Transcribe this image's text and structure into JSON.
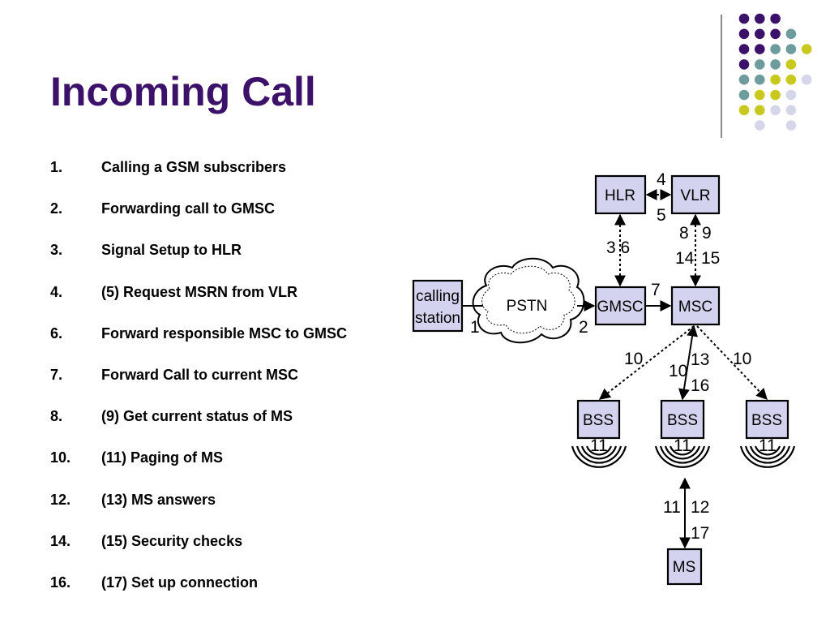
{
  "slide": {
    "title": "Incoming Call",
    "colors": {
      "title": "#3b1169",
      "dot_purple": "#3b1169",
      "dot_teal": "#6e9c9c",
      "dot_yellow": "#c8c81e",
      "dot_lavender": "#d6d6ea",
      "box_fill": "#d3d3ef"
    }
  },
  "steps": [
    {
      "num": "1.",
      "text": "Calling a GSM subscribers"
    },
    {
      "num": "2.",
      "text": "Forwarding call to GMSC"
    },
    {
      "num": "3.",
      "text": "Signal Setup to HLR"
    },
    {
      "num": "4.",
      "text": "(5) Request MSRN from VLR"
    },
    {
      "num": "6.",
      "text": "Forward responsible MSC to GMSC"
    },
    {
      "num": "7.",
      "text": "Forward Call to current MSC"
    },
    {
      "num": "8.",
      "text": "(9) Get current status of MS"
    },
    {
      "num": "10.",
      "text": "(11) Paging of MS"
    },
    {
      "num": "12.",
      "text": "(13) MS answers"
    },
    {
      "num": "14.",
      "text": "(15) Security checks"
    },
    {
      "num": "16.",
      "text": "(17) Set up connection"
    }
  ],
  "diagram": {
    "nodes": {
      "calling_station_line1": "calling",
      "calling_station_line2": "station",
      "pstn": "PSTN",
      "gmsc": "GMSC",
      "msc": "MSC",
      "hlr": "HLR",
      "vlr": "VLR",
      "bss_left": "BSS",
      "bss_mid": "BSS",
      "bss_right": "BSS",
      "ms": "MS"
    },
    "labels": {
      "l1": "1",
      "l2": "2",
      "l36": "3 6",
      "l4": "4",
      "l5": "5",
      "l7": "7",
      "l8": "8",
      "l9": "9",
      "l14": "14",
      "l15": "15",
      "l10a": "10",
      "l10b": "10",
      "l13": "13",
      "l16": "16",
      "l10c": "10",
      "l11a": "11",
      "l11b": "11",
      "l11c": "11",
      "l11d": "11",
      "l12": "12",
      "l17": "17"
    }
  }
}
